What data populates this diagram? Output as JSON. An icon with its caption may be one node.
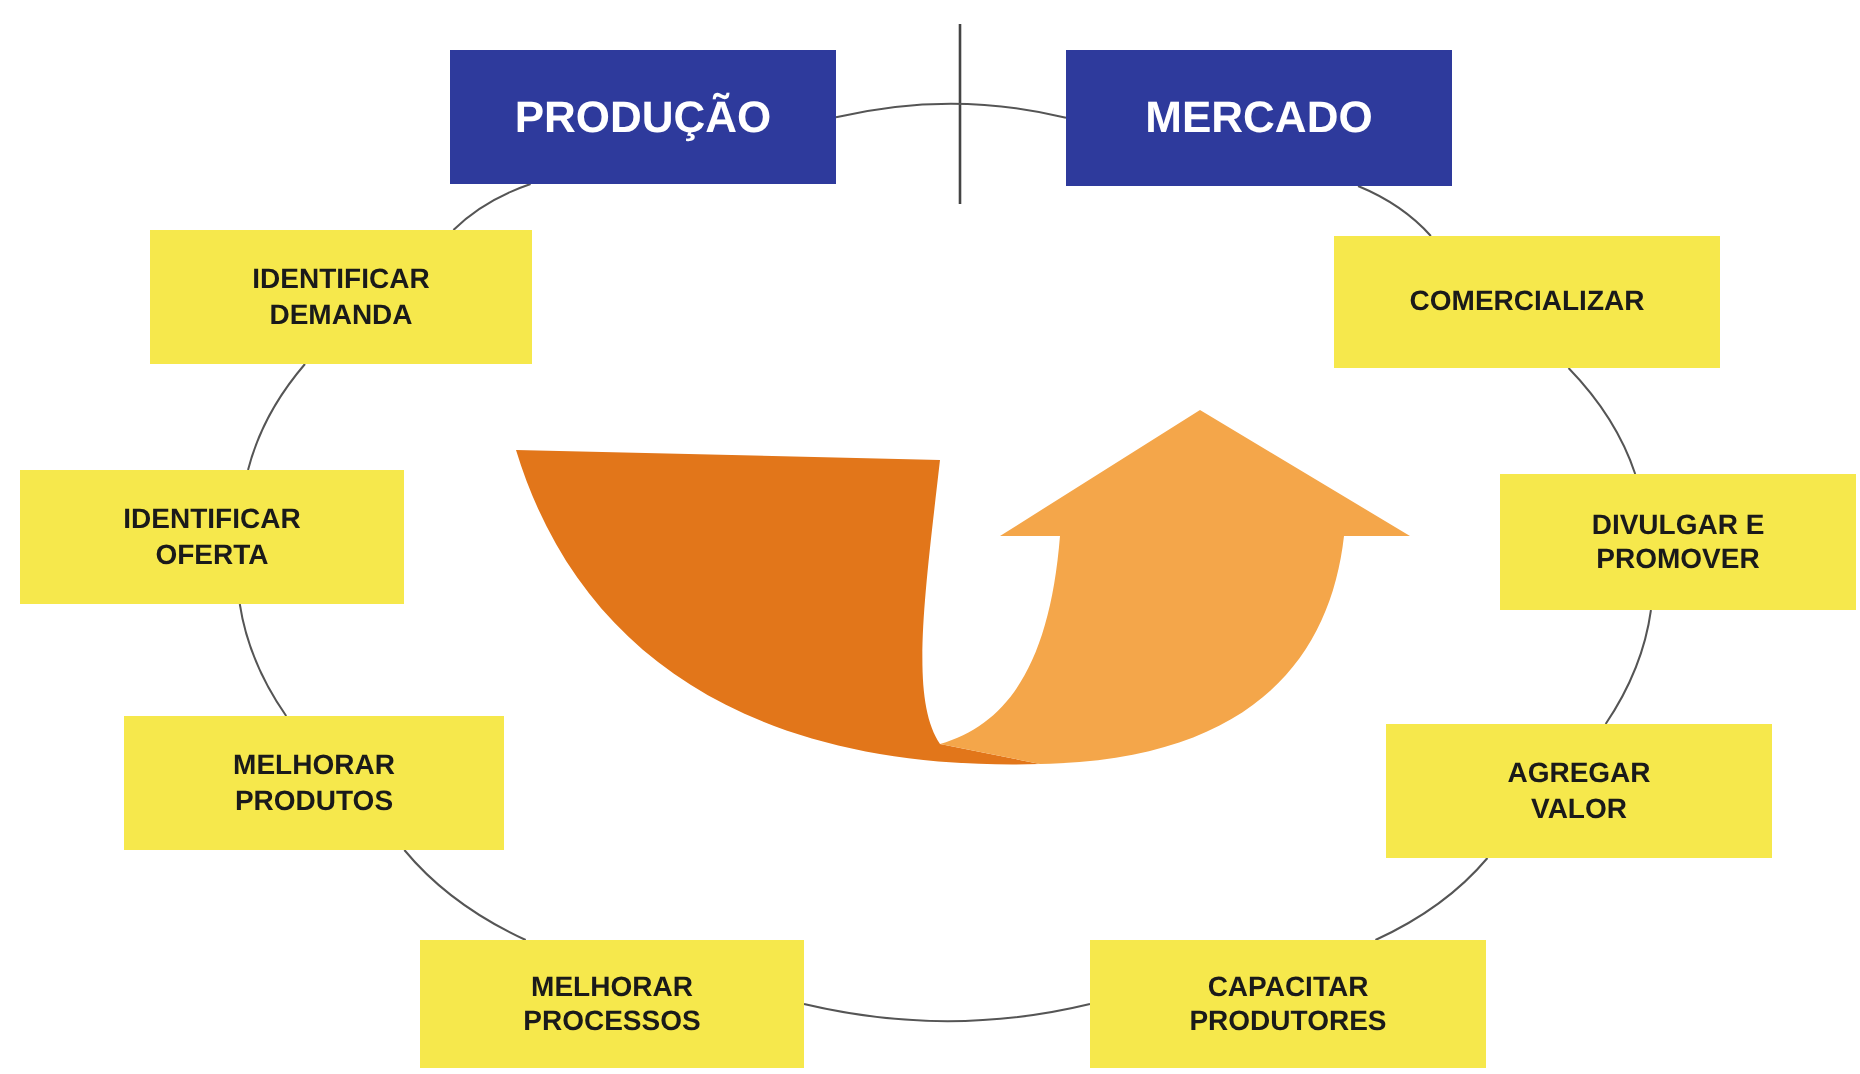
{
  "diagram": {
    "nodes": [
      {
        "text": [
          "PRODUÇÃO"
        ]
      },
      {
        "text": [
          "MERCADO"
        ]
      },
      {
        "text": [
          "IDENTIFICAR DEMANDA"
        ]
      },
      {
        "text": [
          "COMERCIALIZAR"
        ]
      },
      {
        "text": [
          "IDENTIFICAR OFERTA"
        ]
      },
      {
        "text": [
          "DIVULGAR E PROMOVER"
        ]
      },
      {
        "text": [
          "MELHORAR PRODUTOS"
        ]
      },
      {
        "text": [
          "AGREGAR VALOR"
        ]
      },
      {
        "text": [
          "MELHORAR PROCESSOS"
        ]
      },
      {
        "text": [
          "CAPACITAR PRODUTORES"
        ]
      }
    ],
    "edges": [
      {
        "from": 0,
        "to": 1,
        "arrow": "none"
      },
      {
        "from": 1,
        "to": 3,
        "arrow": "none"
      },
      {
        "from": 3,
        "to": 5,
        "arrow": "none"
      },
      {
        "from": 5,
        "to": 7,
        "arrow": "none"
      },
      {
        "from": 7,
        "to": 9,
        "arrow": "none"
      },
      {
        "from": 9,
        "to": 8,
        "arrow": "none"
      },
      {
        "from": 8,
        "to": 6,
        "arrow": "none"
      },
      {
        "from": 6,
        "to": 4,
        "arrow": "none"
      },
      {
        "from": 4,
        "to": 2,
        "arrow": "none"
      },
      {
        "from": 2,
        "to": 0,
        "arrow": "none"
      }
    ]
  }
}
